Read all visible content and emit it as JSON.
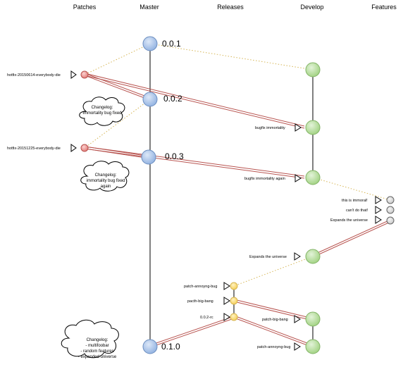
{
  "columns": {
    "patches": "Patches",
    "master": "Master",
    "releases": "Releases",
    "develop": "Develop",
    "features": "Features"
  },
  "versions": [
    "0.0.1",
    "0.0.2",
    "0.0.3",
    "0.1.0"
  ],
  "hotfixes": [
    "hotfix-20150614-everybody-die",
    "hotfix-20151225-everybody-die"
  ],
  "develop_labels": [
    "bugfix immortality",
    "bugfix immortality again",
    "Expands the universe",
    "patch-big-bang",
    "patch-annoyng-bug"
  ],
  "feature_labels": [
    "this is immoral!",
    "can't do that!",
    "Expands the universe"
  ],
  "release_labels": [
    "patch-annoyng-bug",
    "pacth-big-bang",
    "0.0.2-rc"
  ],
  "clouds": [
    {
      "lines": [
        "Changelog:",
        "immortality bug fixed"
      ]
    },
    {
      "lines": [
        "Changelog:",
        "immortality bug fixed",
        "again"
      ]
    },
    {
      "lines": [
        "Changelog:",
        "- multifoobar",
        "- random features",
        "- expanded universe"
      ]
    }
  ],
  "colors": {
    "master": "#a9c4eb",
    "hotfix": "#f19c99",
    "develop": "#b9e0a5",
    "release": "#ffd966",
    "feature": "#dddddd",
    "merge_line": "#b85450",
    "dotted": "#d6b656"
  }
}
